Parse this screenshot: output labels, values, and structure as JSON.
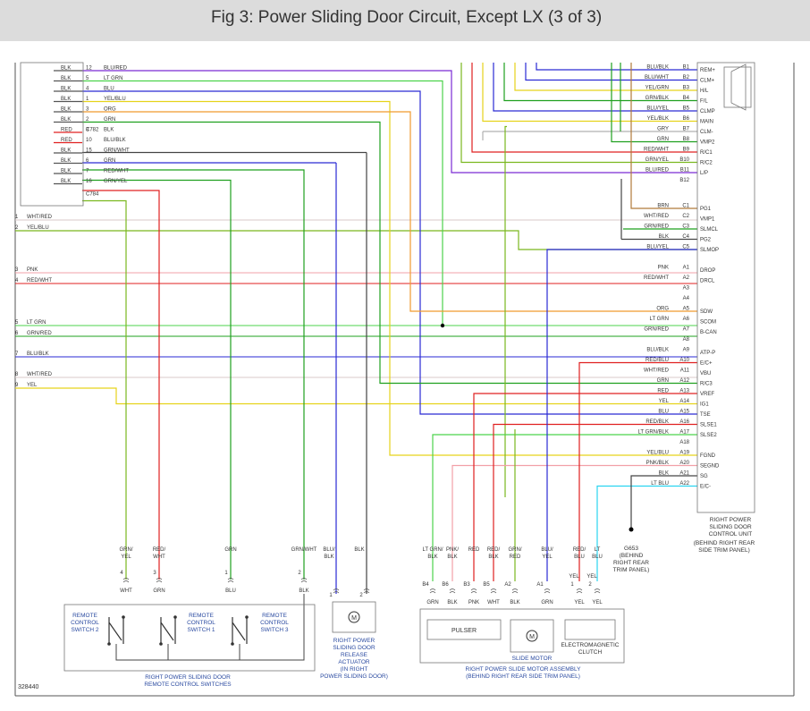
{
  "title": "Fig 3: Power Sliding Door Circuit, Except LX (3 of 3)",
  "diagram_id": "328440",
  "colors": {
    "BLU": "#2a2ad4",
    "GRN": "#1fa01f",
    "LTGRN": "#4cd34c",
    "YEL": "#e6d31a",
    "ORG": "#f09a2e",
    "RED": "#e02020",
    "PNK": "#f2a0a8",
    "GRY": "#b0b0b0",
    "BLK": "#444444",
    "BRN": "#b07a3a",
    "LTBLU": "#2ad4f0",
    "WHT": "#d8c8c8",
    "VIO": "#7a2ad4",
    "DGRN": "#156b15",
    "GRNYEL": "#7ab81f"
  },
  "connectors": {
    "c782": "C782",
    "c784": "C784"
  },
  "left_connector": {
    "rows": [
      {
        "color": "BLK",
        "pin": "12",
        "wire": "BLU/RED"
      },
      {
        "color": "BLK",
        "pin": "5",
        "wire": "LT GRN"
      },
      {
        "color": "BLK",
        "pin": "4",
        "wire": "BLU"
      },
      {
        "color": "BLK",
        "pin": "1",
        "wire": "YEL/BLU"
      },
      {
        "color": "BLK",
        "pin": "3",
        "wire": "ORG"
      },
      {
        "color": "BLK",
        "pin": "2",
        "wire": "GRN"
      },
      {
        "color": "RED",
        "pin": "3",
        "wire": "BLK"
      },
      {
        "color": "RED",
        "pin": "10",
        "wire": "BLU/BLK"
      },
      {
        "color": "BLK",
        "pin": "15",
        "wire": "GRN/WHT"
      },
      {
        "color": "BLK",
        "pin": "6",
        "wire": "GRN"
      },
      {
        "color": "BLK",
        "pin": "7",
        "wire": "RED/WHT"
      },
      {
        "color": "BLK",
        "pin": "16",
        "wire": "GRN/YEL"
      }
    ]
  },
  "left_numbered_wires": [
    {
      "num": "1",
      "wire": "WHT/RED"
    },
    {
      "num": "2",
      "wire": "YEL/BLU"
    },
    {
      "num": "3",
      "wire": "PNK"
    },
    {
      "num": "4",
      "wire": "RED/WHT"
    },
    {
      "num": "5",
      "wire": "LT GRN"
    },
    {
      "num": "6",
      "wire": "GRN/RED"
    },
    {
      "num": "7",
      "wire": "BLU/BLK"
    },
    {
      "num": "8",
      "wire": "WHT/RED"
    },
    {
      "num": "9",
      "wire": "YEL"
    }
  ],
  "control_unit": {
    "name_lines": [
      "RIGHT POWER",
      "SLIDING DOOR",
      "CONTROL UNIT"
    ],
    "location_lines": [
      "(BEHIND RIGHT REAR",
      "SIDE TRIM PANEL)"
    ],
    "pins": [
      {
        "wire": "BLU/BLK",
        "pin": "B1",
        "func": "REM+"
      },
      {
        "wire": "BLU/WHT",
        "pin": "B2",
        "func": "CLM+"
      },
      {
        "wire": "YEL/GRN",
        "pin": "B3",
        "func": "H/L"
      },
      {
        "wire": "GRN/BLK",
        "pin": "B4",
        "func": "F/L"
      },
      {
        "wire": "BLU/YEL",
        "pin": "B5",
        "func": "CLMP"
      },
      {
        "wire": "YEL/BLK",
        "pin": "B6",
        "func": "MAIN"
      },
      {
        "wire": "GRY",
        "pin": "B7",
        "func": "CLM-"
      },
      {
        "wire": "GRN",
        "pin": "B8",
        "func": "VMP2"
      },
      {
        "wire": "RED/WHT",
        "pin": "B9",
        "func": "R/C1"
      },
      {
        "wire": "GRN/YEL",
        "pin": "B10",
        "func": "R/C2"
      },
      {
        "wire": "BLU/RED",
        "pin": "B11",
        "func": "L/P"
      },
      {
        "wire": "",
        "pin": "B12",
        "func": ""
      },
      {
        "wire": "BRN",
        "pin": "C1",
        "func": "PG1"
      },
      {
        "wire": "WHT/RED",
        "pin": "C2",
        "func": "VMP1"
      },
      {
        "wire": "GRN/RED",
        "pin": "C3",
        "func": "SLMCL"
      },
      {
        "wire": "BLK",
        "pin": "C4",
        "func": "PG2"
      },
      {
        "wire": "BLU/YEL",
        "pin": "C5",
        "func": "SLMOP"
      },
      {
        "wire": "PNK",
        "pin": "A1",
        "func": "DROP"
      },
      {
        "wire": "RED/WHT",
        "pin": "A2",
        "func": "DRCL"
      },
      {
        "wire": "",
        "pin": "A3",
        "func": ""
      },
      {
        "wire": "",
        "pin": "A4",
        "func": ""
      },
      {
        "wire": "ORG",
        "pin": "A5",
        "func": "SDW"
      },
      {
        "wire": "LT GRN",
        "pin": "A6",
        "func": "SCOM"
      },
      {
        "wire": "GRN/RED",
        "pin": "A7",
        "func": "B-CAN"
      },
      {
        "wire": "",
        "pin": "A8",
        "func": ""
      },
      {
        "wire": "BLU/BLK",
        "pin": "A9",
        "func": "ATP-P"
      },
      {
        "wire": "RED/BLU",
        "pin": "A10",
        "func": "E/C+"
      },
      {
        "wire": "WHT/RED",
        "pin": "A11",
        "func": "VBU"
      },
      {
        "wire": "GRN",
        "pin": "A12",
        "func": "R/C3"
      },
      {
        "wire": "RED",
        "pin": "A13",
        "func": "VREF"
      },
      {
        "wire": "YEL",
        "pin": "A14",
        "func": "IG1"
      },
      {
        "wire": "BLU",
        "pin": "A15",
        "func": "TSE"
      },
      {
        "wire": "RED/BLK",
        "pin": "A16",
        "func": "SLSE1"
      },
      {
        "wire": "LT GRN/BLK",
        "pin": "A17",
        "func": "SLSE2"
      },
      {
        "wire": "",
        "pin": "A18",
        "func": ""
      },
      {
        "wire": "YEL/BLU",
        "pin": "A19",
        "func": "FGND"
      },
      {
        "wire": "PNK/BLK",
        "pin": "A20",
        "func": "SEGND"
      },
      {
        "wire": "BLK",
        "pin": "A21",
        "func": "SG"
      },
      {
        "wire": "LT BLU",
        "pin": "A22",
        "func": "E/C-"
      }
    ]
  },
  "switches": {
    "wires": [
      {
        "top": [
          "GRN/",
          "YEL"
        ],
        "pin": "4",
        "bottom": "WHT"
      },
      {
        "top": [
          "RED/",
          "WHT"
        ],
        "pin": "3",
        "bottom": "GRN"
      },
      {
        "top": [
          "GRN"
        ],
        "pin": "1",
        "bottom": "BLU"
      },
      {
        "top": [
          "GRN/WHT"
        ],
        "pin": "2",
        "bottom": "BLK"
      }
    ],
    "labels": [
      [
        "REMOTE",
        "CONTROL",
        "SWITCH 2"
      ],
      [
        "REMOTE",
        "CONTROL",
        "SWITCH 1"
      ],
      [
        "REMOTE",
        "CONTROL",
        "SWITCH 3"
      ]
    ],
    "caption": [
      "RIGHT POWER SLIDING DOOR",
      "REMOTE CONTROL SWITCHES"
    ]
  },
  "actuator": {
    "wires": [
      {
        "top": [
          "BLU/",
          "BLK"
        ],
        "pin": "1"
      },
      {
        "top": [
          "BLK"
        ],
        "pin": "2"
      }
    ],
    "caption": [
      "RIGHT POWER",
      "SLIDING DOOR",
      "RELEASE",
      "ACTUATOR",
      "(IN RIGHT",
      "POWER SLIDING DOOR)"
    ]
  },
  "motor_assembly": {
    "wires": [
      {
        "top": [
          "LT GRN/",
          "BLK"
        ],
        "pin": "B4",
        "bottom": "GRN"
      },
      {
        "top": [
          "PNK/",
          "BLK"
        ],
        "pin": "B6",
        "bottom": "BLK"
      },
      {
        "top": [
          "RED"
        ],
        "pin": "B3",
        "bottom": "PNK"
      },
      {
        "top": [
          "RED/",
          "BLK"
        ],
        "pin": "B5",
        "bottom": "WHT"
      },
      {
        "top": [
          "GRN/",
          "RED"
        ],
        "pin": "A2",
        "bottom": "BLK"
      },
      {
        "top": [
          "BLU/",
          "YEL"
        ],
        "pin": "A1",
        "bottom": "GRN"
      },
      {
        "top": [
          "RED/",
          "BLU"
        ],
        "pin": "1",
        "pin_top": "YEL",
        "bottom": "YEL"
      },
      {
        "top": [
          "LT",
          "BLU"
        ],
        "pin": "2",
        "pin_top": "YEL",
        "bottom": "YEL"
      }
    ],
    "pulser": "PULSER",
    "slide_motor": "SLIDE MOTOR",
    "clutch": [
      "ELECTROMAGNETIC",
      "CLUTCH"
    ],
    "caption": [
      "RIGHT POWER SLIDE MOTOR ASSEMBLY",
      "(BEHIND RIGHT REAR SIDE TRIM PANEL)"
    ]
  },
  "ground": {
    "id": "G653",
    "location": [
      "(BEHIND",
      "RIGHT REAR",
      "TRIM PANEL)"
    ]
  }
}
